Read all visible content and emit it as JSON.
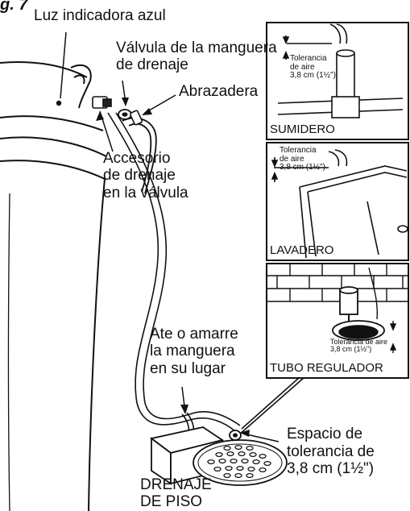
{
  "figure": {
    "number_label": "g. 7"
  },
  "callouts": {
    "blue_light": "Luz indicadora azul",
    "drain_valve_hose_l1": "Válvula de la manguera",
    "drain_valve_hose_l2": "de drenaje",
    "clamp": "Abrazadera",
    "valve_fitting_l1": "Accesorio",
    "valve_fitting_l2": "de drenaje",
    "valve_fitting_l3": "en la válvula",
    "tie_hose_l1": "Ate o amarre",
    "tie_hose_l2": "la manguera",
    "tie_hose_l3": "en su lugar",
    "air_gap_l1": "Espacio de",
    "air_gap_l2": "tolerancia de",
    "air_gap_l3": "3,8 cm (1½\")",
    "floor_drain_l1": "DRENAJE",
    "floor_drain_l2": "DE PISO"
  },
  "insets": {
    "sump": {
      "title": "SUMIDERO",
      "gap_l1": "Tolerancia",
      "gap_l2": "de aire",
      "gap_l3": "3,8 cm (1½\")"
    },
    "laundry_tub": {
      "title": "LAVADERO",
      "gap_l1": "Tolerancia",
      "gap_l2": "de aire",
      "gap_l3": "3,8 cm (1½\")"
    },
    "standpipe": {
      "title": "TUBO REGULADOR",
      "gap_l1": "Tolerancia de aire",
      "gap_l2": "3,8 cm (1½\")"
    }
  }
}
